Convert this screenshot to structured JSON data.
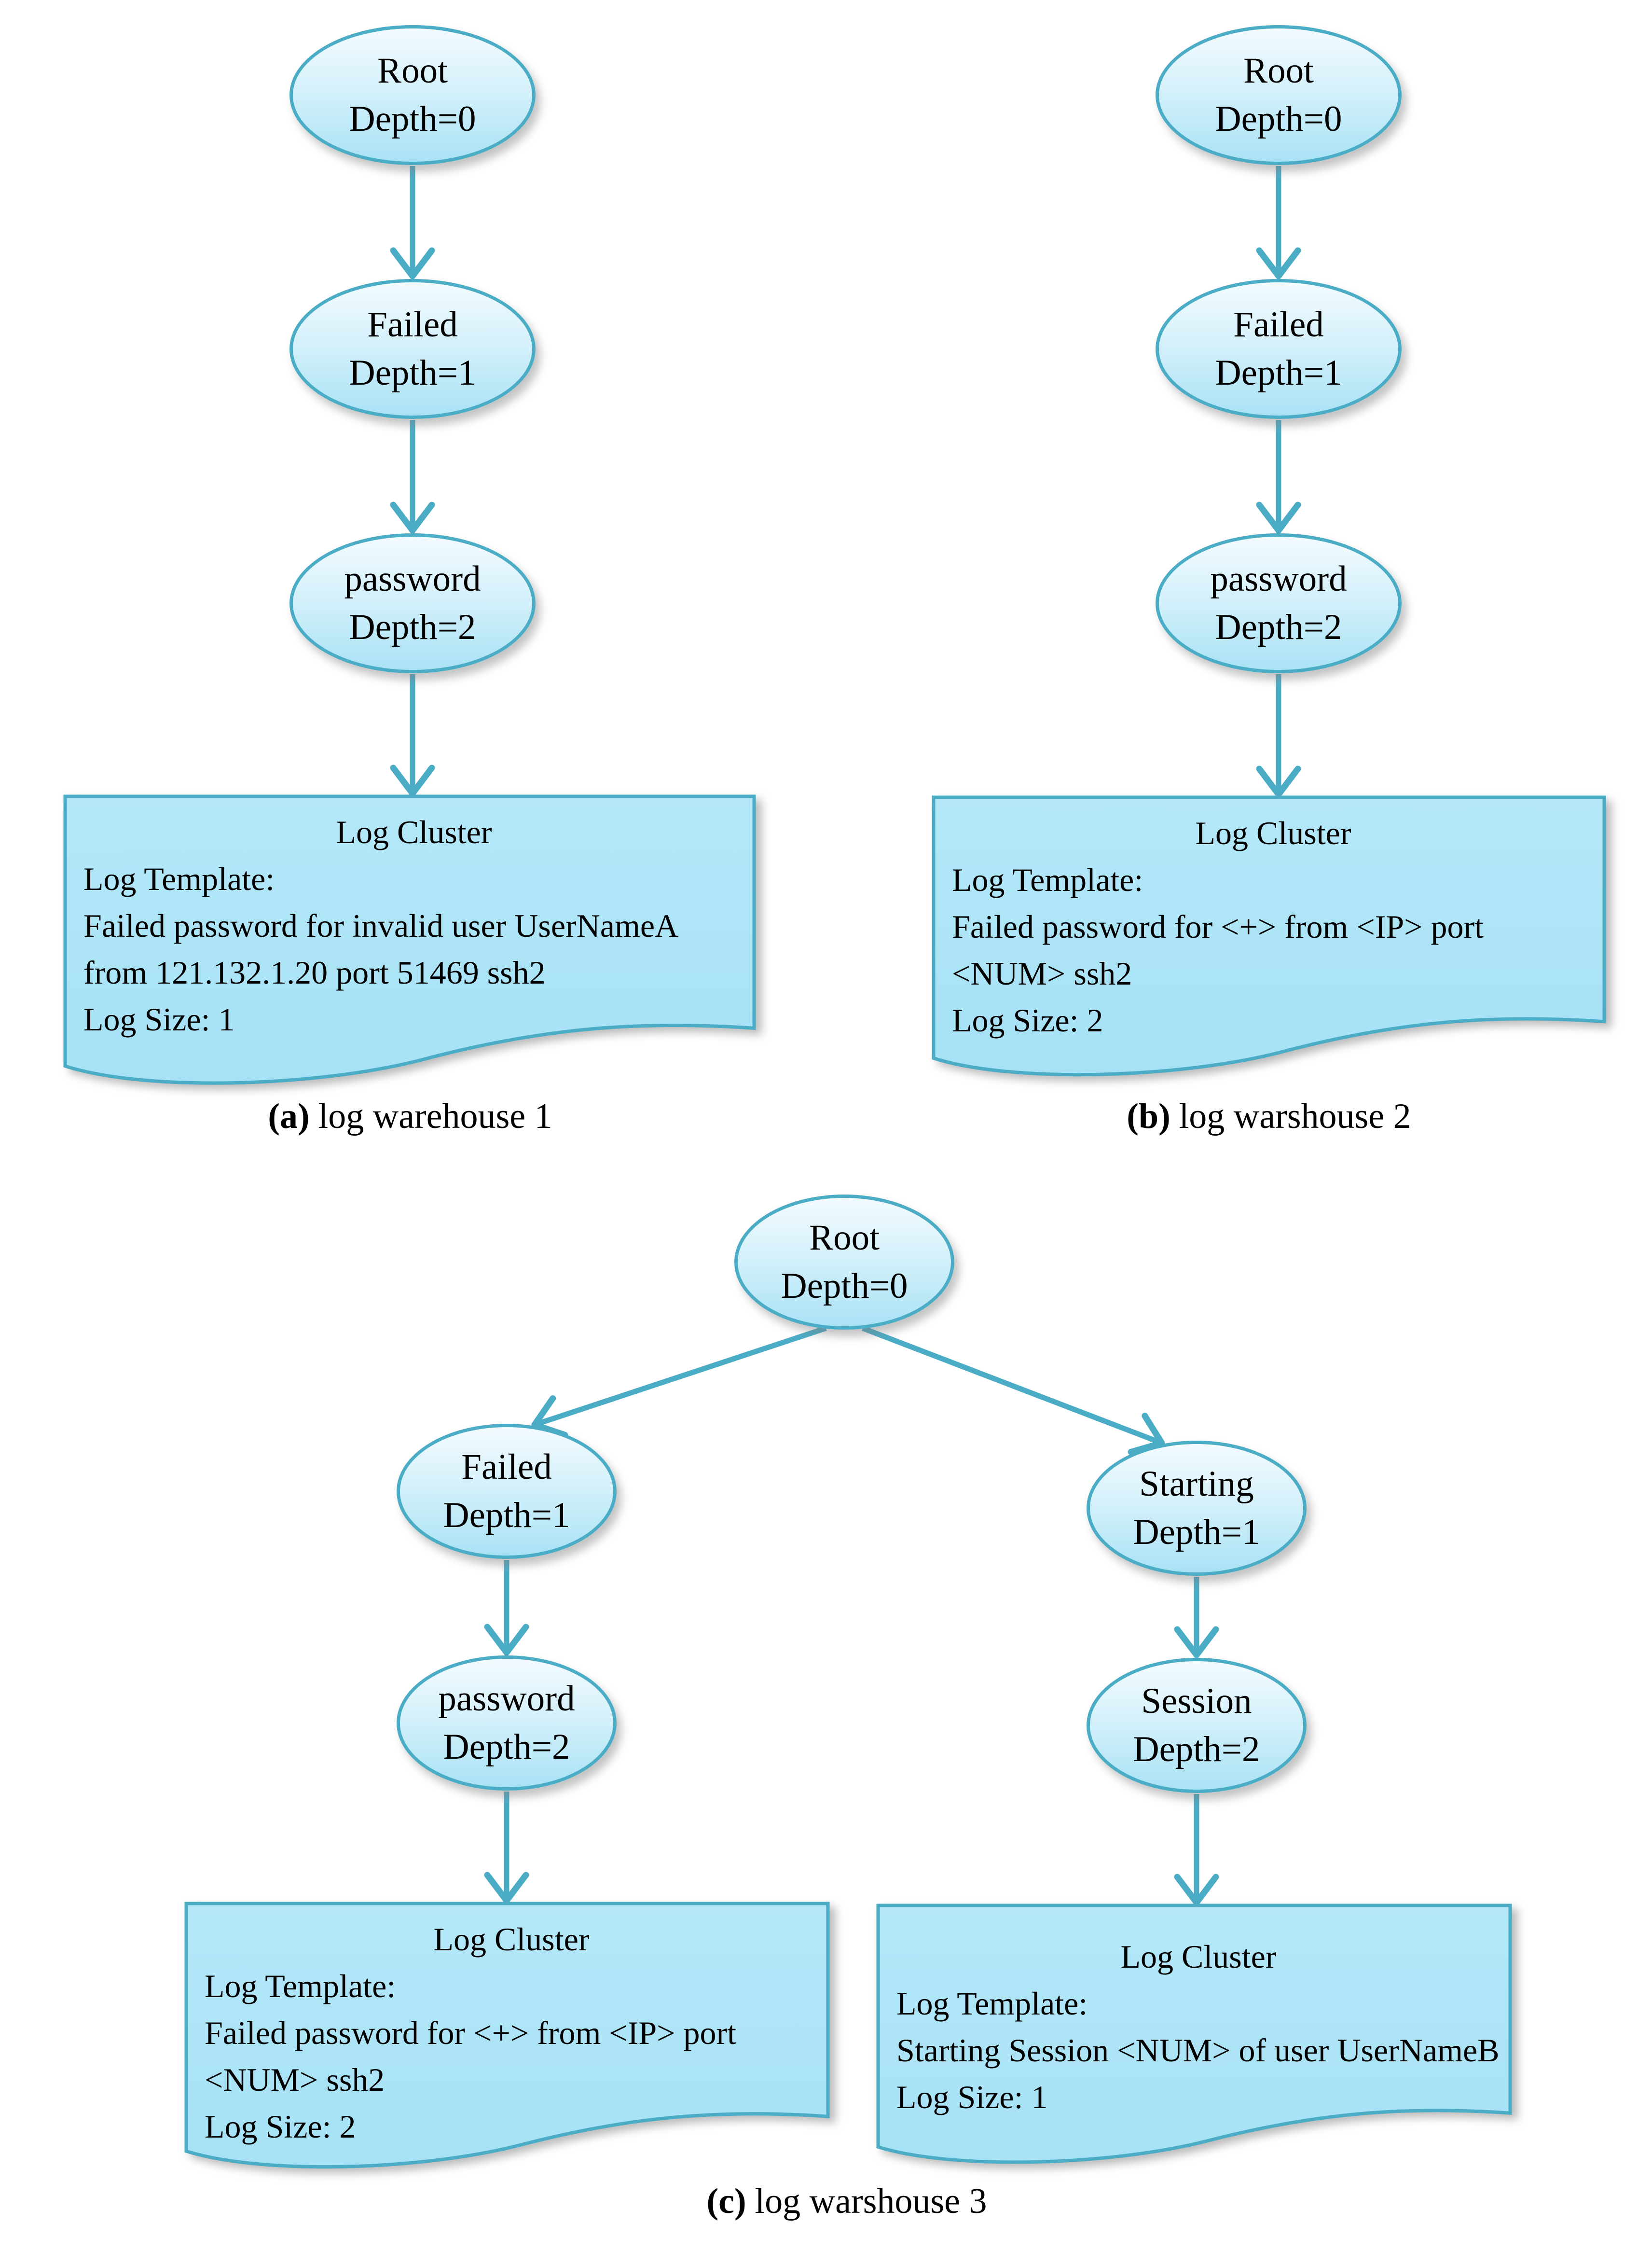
{
  "colors": {
    "outline": "#4BACC6",
    "node_fill_top": "#F3FBFE",
    "node_fill_mid": "#D3F0FA",
    "node_fill_bottom": "#A9E2F5",
    "box_fill_top": "#B4E8F8",
    "box_fill_bottom": "#A6E1F5",
    "text": "#000000",
    "background": "#FFFFFF"
  },
  "panel_a": {
    "caption": {
      "label": "(a)",
      "text": "log warehouse 1"
    },
    "nodes": {
      "root": {
        "line1": "Root",
        "line2": "Depth=0"
      },
      "depth1": {
        "line1": "Failed",
        "line2": "Depth=1"
      },
      "depth2": {
        "line1": "password",
        "line2": "Depth=2"
      }
    },
    "cluster": {
      "title": "Log Cluster",
      "line1": "Log Template:",
      "line2": "Failed password for invalid user UserNameA",
      "line3": "from 121.132.1.20 port 51469 ssh2",
      "line4": "Log Size: 1"
    }
  },
  "panel_b": {
    "caption": {
      "label": "(b)",
      "text": "log warshouse 2"
    },
    "nodes": {
      "root": {
        "line1": "Root",
        "line2": "Depth=0"
      },
      "depth1": {
        "line1": "Failed",
        "line2": "Depth=1"
      },
      "depth2": {
        "line1": "password",
        "line2": "Depth=2"
      }
    },
    "cluster": {
      "title": "Log Cluster",
      "line1": "Log Template:",
      "line2": "Failed password for <+> from <IP> port",
      "line3": "<NUM> ssh2",
      "line4": "Log Size: 2"
    }
  },
  "panel_c": {
    "caption": {
      "label": "(c)",
      "text": "log warshouse 3"
    },
    "nodes": {
      "root": {
        "line1": "Root",
        "line2": "Depth=0"
      },
      "left_depth1": {
        "line1": "Failed",
        "line2": "Depth=1"
      },
      "left_depth2": {
        "line1": "password",
        "line2": "Depth=2"
      },
      "right_depth1": {
        "line1": "Starting",
        "line2": "Depth=1"
      },
      "right_depth2": {
        "line1": "Session",
        "line2": "Depth=2"
      }
    },
    "cluster_left": {
      "title": "Log Cluster",
      "line1": "Log Template:",
      "line2": "Failed password for <+> from <IP> port",
      "line3": "<NUM> ssh2",
      "line4": "Log Size: 2"
    },
    "cluster_right": {
      "title": "Log Cluster",
      "line1": "Log Template:",
      "line2": "Starting Session <NUM> of user UserNameB",
      "line3": "Log Size: 1"
    }
  }
}
